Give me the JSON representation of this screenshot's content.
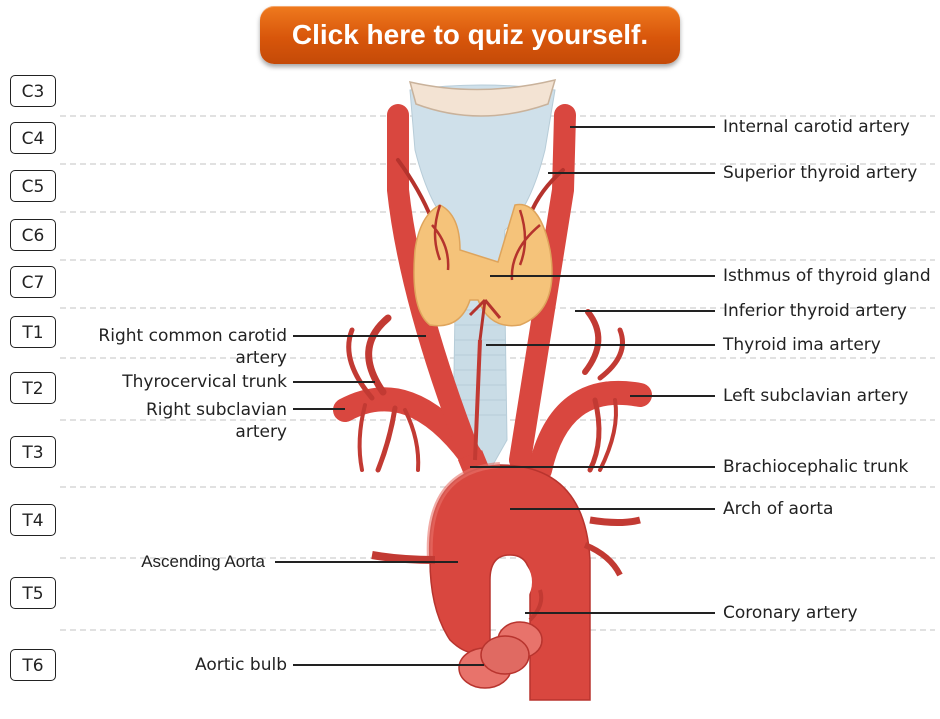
{
  "quiz_button": {
    "label": "Click here to quiz yourself."
  },
  "vertebral_levels": [
    "C3",
    "C4",
    "C5",
    "C6",
    "C7",
    "T1",
    "T2",
    "T3",
    "T4",
    "T5",
    "T6"
  ],
  "labels_right": {
    "internal_carotid": "Internal carotid artery",
    "superior_thyroid": "Superior thyroid artery",
    "isthmus": "Isthmus of thyroid gland",
    "inferior_thyroid": "Inferior thyroid artery",
    "thyroid_ima": "Thyroid ima artery",
    "left_subclavian": "Left subclavian artery",
    "brachiocephalic": "Brachiocephalic trunk",
    "arch_aorta": "Arch of aorta",
    "coronary": "Coronary artery"
  },
  "labels_left": {
    "right_common_carotid_1": "Right common carotid",
    "right_common_carotid_2": "artery",
    "thyrocervical": "Thyrocervical trunk",
    "right_subclavian_1": "Right subclavian",
    "right_subclavian_2": "artery",
    "ascending_aorta": "Ascending Aorta",
    "aortic_bulb": "Aortic bulb"
  },
  "colors": {
    "button_orange": "#d8560b",
    "artery": "#d9473f",
    "artery_dark": "#a9302c",
    "thyroid": "#f5c37a",
    "trachea": "#c9dce6",
    "cartilage": "#f3e3d3"
  }
}
